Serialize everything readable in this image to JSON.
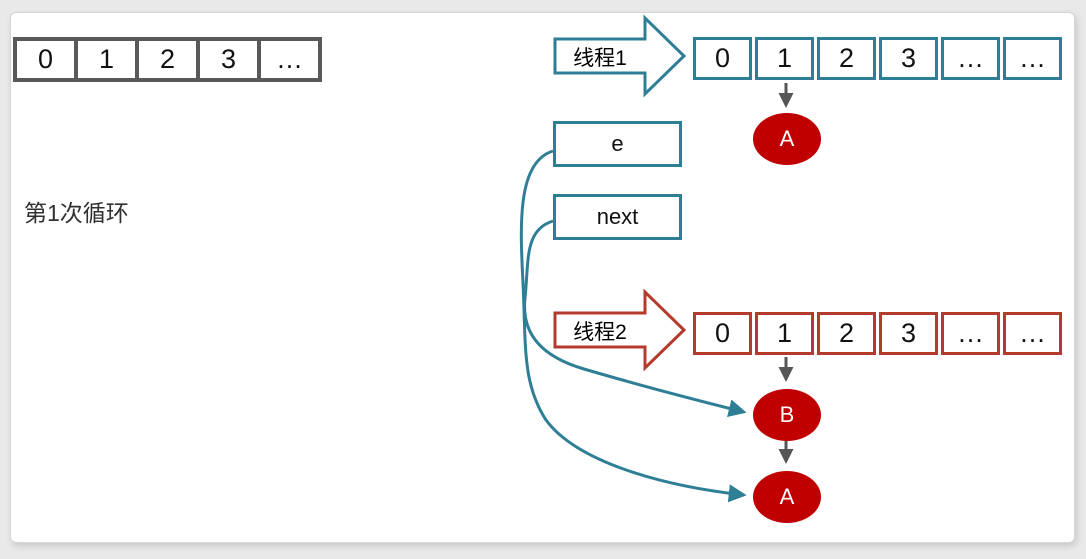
{
  "diagram": {
    "iteration_label": "第1次循环",
    "initial_array": {
      "cells": [
        "0",
        "1",
        "2",
        "3",
        "…"
      ]
    },
    "thread1": {
      "label": "线程1",
      "array_cells": [
        "0",
        "1",
        "2",
        "3",
        "…",
        "…"
      ],
      "bucket_node": "A"
    },
    "thread2": {
      "label": "线程2",
      "array_cells": [
        "0",
        "1",
        "2",
        "3",
        "…",
        "…"
      ],
      "bucket_nodes": [
        "B",
        "A"
      ]
    },
    "pointers": [
      {
        "name": "e",
        "points_to": "A"
      },
      {
        "name": "next",
        "points_to": "B"
      }
    ]
  },
  "colors": {
    "teal": "#2e7f95",
    "red_node_fill": "#c00000",
    "red_border": "#b43a2c",
    "gray_border": "#595959",
    "arrow_gray": "#565656",
    "text": "#111111",
    "card_background": "#ffffff",
    "page_background": "#e9e9e9"
  }
}
